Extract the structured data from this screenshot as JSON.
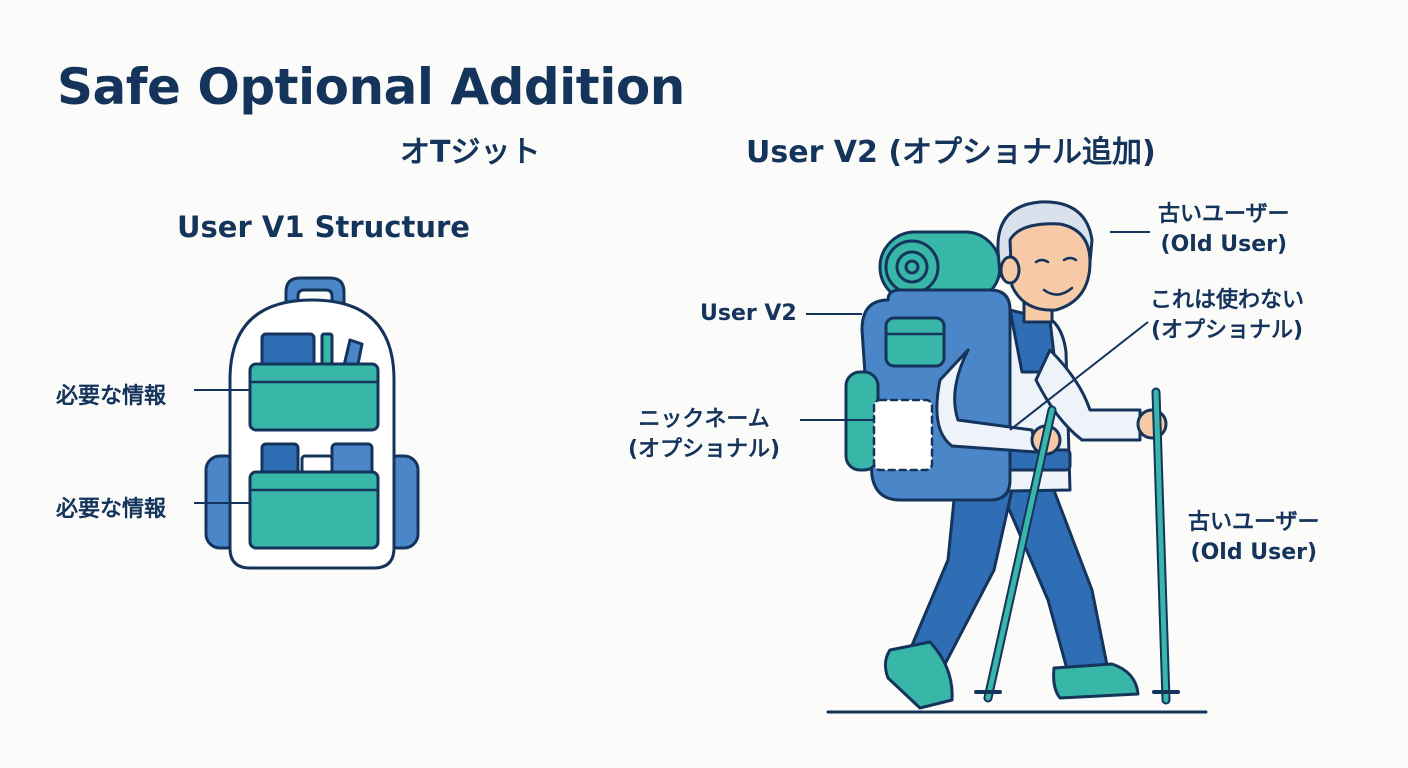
{
  "title": "Safe Optional Addition",
  "subtitle_left": "オTジット",
  "subtitle_right": "User V2 (オプショナル追加)",
  "v1": {
    "heading": "User V1 Structure",
    "label_top": "必要な情報",
    "label_bottom": "必要な情報"
  },
  "v2": {
    "label_user_v2": "User V2",
    "label_old_user_1": "古いユーザー",
    "label_old_user_1_en": "(Old User)",
    "label_unused": "これは使わない",
    "label_unused_opt": "(オプショナル)",
    "label_nickname": "ニックネーム",
    "label_nickname_opt": "(オプショナル)",
    "label_old_user_2": "古いユーザー",
    "label_old_user_2_en": "(Old User)"
  },
  "colors": {
    "navy": "#15345c",
    "blue": "#2f6db5",
    "teal": "#38b7a8",
    "light_blue": "#4a86c8"
  }
}
